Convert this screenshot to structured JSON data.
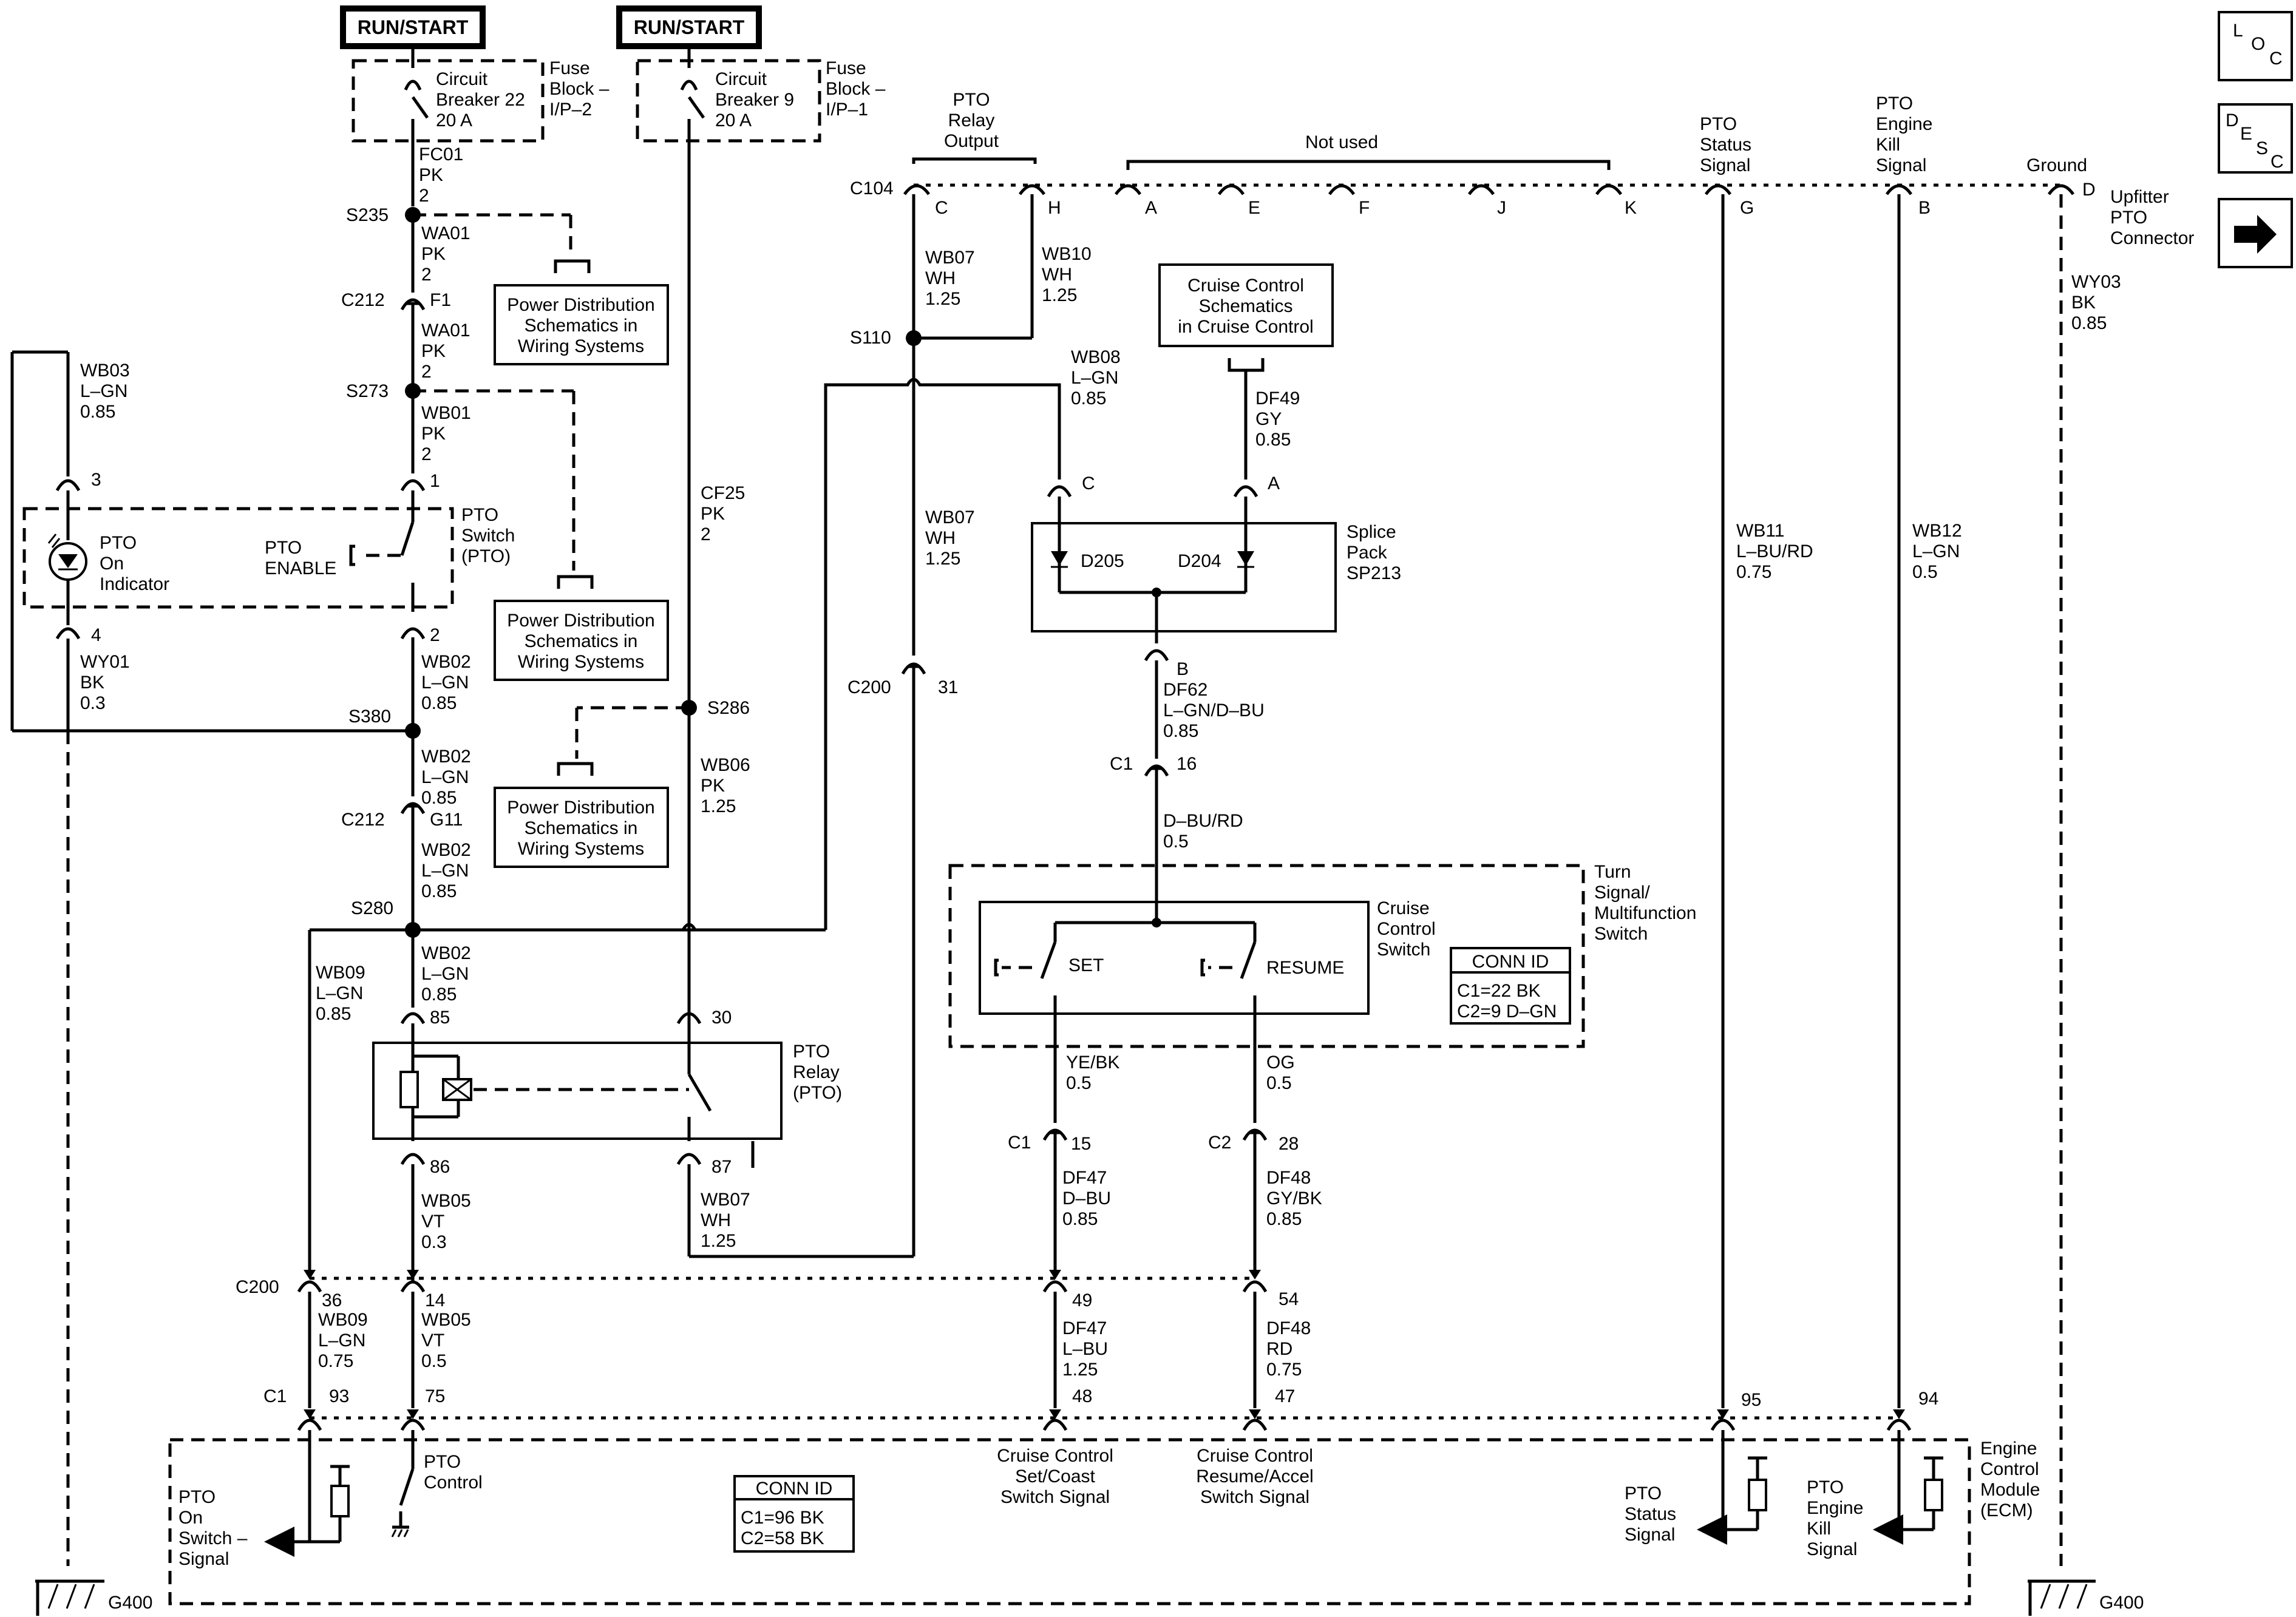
{
  "top": {
    "run_start_1": "RUN/START",
    "run_start_2": "RUN/START",
    "cb22": [
      "Circuit",
      "Breaker 22",
      "20 A"
    ],
    "cb9": [
      "Circuit",
      "Breaker 9",
      "20 A"
    ],
    "fuse_block_1": [
      "Fuse",
      "Block –",
      "I/P–2"
    ],
    "fuse_block_2": [
      "Fuse",
      "Block –",
      "I/P–1"
    ]
  },
  "nav_buttons": {
    "loc": [
      "L",
      "O",
      "C"
    ],
    "desc": [
      "D",
      "E",
      "S",
      "C"
    ],
    "next_icon": "right-arrow"
  },
  "upfitter": {
    "connector_name": [
      "Upfitter",
      "PTO",
      "Connector"
    ],
    "c104": "C104",
    "pto_relay_output": [
      "PTO",
      "Relay",
      "Output"
    ],
    "not_used": "Not used",
    "pto_status": [
      "PTO",
      "Status",
      "Signal"
    ],
    "pto_engine_kill": [
      "PTO",
      "Engine",
      "Kill",
      "Signal"
    ],
    "ground": "Ground",
    "pins": [
      "C",
      "H",
      "A",
      "E",
      "F",
      "J",
      "K",
      "G",
      "B",
      "D"
    ]
  },
  "left_chain": {
    "fc01": [
      "FC01",
      "PK",
      "2"
    ],
    "s235": "S235",
    "wa01_a": [
      "WA01",
      "PK",
      "2"
    ],
    "c212_top": "C212",
    "f1": "F1",
    "wa01_b": [
      "WA01",
      "PK",
      "2"
    ],
    "s273": "S273",
    "wb01": [
      "WB01",
      "PK",
      "2"
    ],
    "pin1": "1",
    "pto_switch": [
      "PTO",
      "Switch",
      "(PTO)"
    ],
    "pto_enable": [
      "PTO",
      "ENABLE"
    ],
    "pin2": "2",
    "wb02_a": [
      "WB02",
      "L–GN",
      "0.85"
    ],
    "s380": "S380",
    "wb02_b": [
      "WB02",
      "L–GN",
      "0.85"
    ],
    "c212_mid": "C212",
    "g11": "G11",
    "wb02_c": [
      "WB02",
      "L–GN",
      "0.85"
    ],
    "s280": "S280",
    "wb02_d": [
      "WB02",
      "L–GN",
      "0.85"
    ],
    "wb09_a": [
      "WB09",
      "L–GN",
      "0.85"
    ],
    "pin85": "85",
    "pin86": "86",
    "wb05_a": [
      "WB05",
      "VT",
      "0.3"
    ]
  },
  "power_dist": [
    "Power Distribution",
    "Schematics in",
    "Wiring Systems"
  ],
  "pto_indicator": {
    "wb03": [
      "WB03",
      "L–GN",
      "0.85"
    ],
    "pin3": "3",
    "label": [
      "PTO",
      "On",
      "Indicator"
    ],
    "pin4": "4",
    "wy01": [
      "WY01",
      "BK",
      "0.3"
    ]
  },
  "middle_chain": {
    "cf25": [
      "CF25",
      "PK",
      "2"
    ],
    "s286": "S286",
    "wb06": [
      "WB06",
      "PK",
      "1.25"
    ],
    "pin30": "30",
    "pto_relay": [
      "PTO",
      "Relay",
      "(PTO)"
    ],
    "pin87": "87",
    "wb07_bottom": [
      "WB07",
      "WH",
      "1.25"
    ]
  },
  "relay_output_chain": {
    "wb07_top": [
      "WB07",
      "WH",
      "1.25"
    ],
    "wb10": [
      "WB10",
      "WH",
      "1.25"
    ],
    "s110": "S110",
    "wb07_mid": [
      "WB07",
      "WH",
      "1.25"
    ],
    "c200_31": "C200",
    "pin31": "31",
    "wb08": [
      "WB08",
      "L–GN",
      "0.85"
    ]
  },
  "cruise": {
    "schem_box": [
      "Cruise Control",
      "Schematics",
      "in Cruise Control"
    ],
    "df49": [
      "DF49",
      "GY",
      "0.85"
    ],
    "pin_c": "C",
    "pin_a": "A",
    "d205": "D205",
    "d204": "D204",
    "splice_pack": [
      "Splice",
      "Pack",
      "SP213"
    ],
    "pin_b": "B",
    "df62": [
      "DF62",
      "L–GN/D–BU",
      "0.85"
    ],
    "c1_16": "C1",
    "pin16": "16",
    "dbu_rd": [
      "D–BU/RD",
      "0.5"
    ],
    "turn_signal": [
      "Turn",
      "Signal/",
      "Multifunction",
      "Switch"
    ],
    "cruise_switch": [
      "Cruise",
      "Control",
      "Switch"
    ],
    "set": "SET",
    "resume": "RESUME",
    "conn_id_title": "CONN ID",
    "conn_id_lines": [
      "C1=22 BK",
      "C2=9 D–GN"
    ],
    "yebk": [
      "YE/BK",
      "0.5"
    ],
    "og": [
      "OG",
      "0.5"
    ],
    "c1_15": "C1",
    "pin15": "15",
    "c2_28": "C2",
    "pin28": "28",
    "df47_a": [
      "DF47",
      "D–BU",
      "0.85"
    ],
    "df48_a": [
      "DF48",
      "GY/BK",
      "0.85"
    ]
  },
  "bottom": {
    "c200": "C200",
    "pin36": "36",
    "wb09_b": [
      "WB09",
      "L–GN",
      "0.75"
    ],
    "pin14": "14",
    "wb05_b": [
      "WB05",
      "VT",
      "0.5"
    ],
    "pin49": "49",
    "df47_b": [
      "DF47",
      "L–BU",
      "1.25"
    ],
    "pin54": "54",
    "df48_b": [
      "DF48",
      "RD",
      "0.75"
    ],
    "c1": "C1",
    "pin93": "93",
    "pin75": "75",
    "pin48": "48",
    "pin47": "47",
    "pin95": "95",
    "pin94": "94",
    "wb11": [
      "WB11",
      "L–BU/RD",
      "0.75"
    ],
    "wb12": [
      "WB12",
      "L–GN",
      "0.5"
    ],
    "wy03": [
      "WY03",
      "BK",
      "0.85"
    ]
  },
  "ecm": {
    "name": [
      "Engine",
      "Control",
      "Module",
      "(ECM)"
    ],
    "pto_on_switch_signal": [
      "PTO",
      "On",
      "Switch –",
      "Signal"
    ],
    "pto_control": [
      "PTO",
      "Control"
    ],
    "conn_id_title": "CONN ID",
    "conn_id_lines": [
      "C1=96 BK",
      "C2=58 BK"
    ],
    "cruise_set": [
      "Cruise Control",
      "Set/Coast",
      "Switch Signal"
    ],
    "cruise_resume": [
      "Cruise Control",
      "Resume/Accel",
      "Switch Signal"
    ],
    "pto_status_signal": [
      "PTO",
      "Status",
      "Signal"
    ],
    "pto_engine_kill_signal": [
      "PTO",
      "Engine",
      "Kill",
      "Signal"
    ],
    "g400_left": "G400",
    "g400_right": "G400"
  }
}
